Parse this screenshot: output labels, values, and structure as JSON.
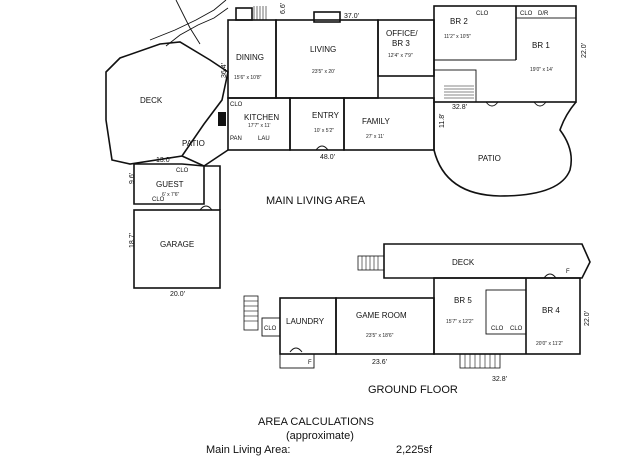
{
  "main": {
    "label": "MAIN LIVING AREA",
    "rooms": {
      "dining": {
        "name": "DINING",
        "dims": "15'6\" x 10'8\""
      },
      "living": {
        "name": "LIVING",
        "dims": "23'5\" x 20'"
      },
      "office": {
        "name": "OFFICE/ BR 3",
        "line1": "OFFICE/",
        "line2": "BR 3",
        "dims": "12'4\" x 7'9\""
      },
      "br2": {
        "name": "BR 2",
        "dims": "11'2\" x 10'5\""
      },
      "br1": {
        "name": "BR 1",
        "dims": "19'0\" x 14'"
      },
      "deck": {
        "name": "DECK"
      },
      "kitchen": {
        "name": "KITCHEN",
        "dims": "17'7\" x 11'"
      },
      "entry": {
        "name": "ENTRY",
        "dims": "10' x 5'2\""
      },
      "family": {
        "name": "FAMILY",
        "dims": "27' x 11'"
      },
      "patio_left": {
        "name": "PATIO"
      },
      "patio_right": {
        "name": "PATIO"
      },
      "guest": {
        "name": "GUEST",
        "dims": "6' x 7'6\""
      },
      "garage": {
        "name": "GARAGE"
      }
    },
    "measurements": {
      "top_living": "37.0'",
      "top_small": "6.6'",
      "right": "22.0'",
      "side": "36.4'",
      "br_bottom": "32.8'",
      "family_side": "11.8'",
      "entry_bottom": "48.0'",
      "guest_top": "13.0'",
      "guest_side": "9.6'",
      "garage_side": "18.7'",
      "garage_bottom": "20.0'"
    },
    "tags": {
      "clo": "CLO",
      "lau": "LAU",
      "dr": "D/R",
      "pantry": "PAN"
    }
  },
  "ground": {
    "label": "GROUND FLOOR",
    "rooms": {
      "deck": {
        "name": "DECK"
      },
      "laundry": {
        "name": "LAUNDRY"
      },
      "game": {
        "name": "GAME ROOM",
        "dims": "23'5\" x 18'6\""
      },
      "br5": {
        "name": "BR 5",
        "dims": "15'7\" x 12'2\""
      },
      "br4": {
        "name": "BR 4",
        "dims": "20'0\" x 11'2\""
      }
    },
    "measurements": {
      "game_bottom": "23.6'",
      "right": "22.0'",
      "bottom": "32.8'"
    },
    "tags": {
      "clo": "CLO",
      "f": "F"
    }
  },
  "calc": {
    "title": "AREA CALCULATIONS",
    "subtitle": "(approximate)",
    "rows": [
      {
        "label": "Main Living Area:",
        "value": "2,225sf"
      }
    ]
  }
}
